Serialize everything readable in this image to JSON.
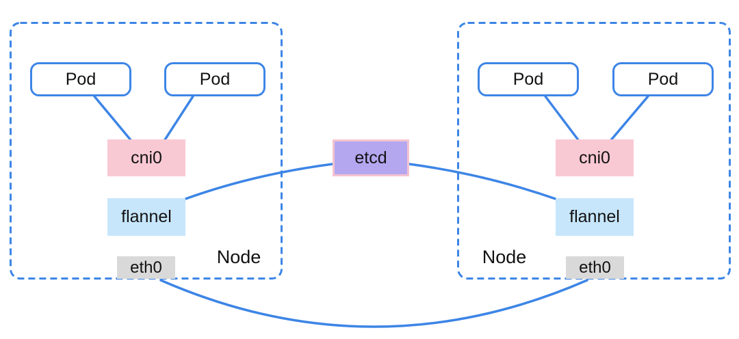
{
  "diagram": {
    "store": {
      "label": "etcd"
    },
    "nodes": [
      {
        "label": "Node",
        "pods": [
          {
            "label": "Pod"
          },
          {
            "label": "Pod"
          }
        ],
        "bridge": {
          "label": "cni0"
        },
        "agent": {
          "label": "flannel"
        },
        "nic": {
          "label": "eth0"
        }
      },
      {
        "label": "Node",
        "pods": [
          {
            "label": "Pod"
          },
          {
            "label": "Pod"
          }
        ],
        "bridge": {
          "label": "cni0"
        },
        "agent": {
          "label": "flannel"
        },
        "nic": {
          "label": "eth0"
        }
      }
    ],
    "connections": [
      "pod-to-cni0",
      "flannel-to-etcd",
      "etcd-to-flannel",
      "eth0-to-eth0"
    ],
    "colors": {
      "accent_blue": "#3D85E6",
      "pod_fill": "#FFFFFF",
      "cni0_fill": "#F9C9D3",
      "flannel_fill": "#C7E6FB",
      "eth0_fill": "#D9D9D9",
      "etcd_fill": "#B4A7F0",
      "etcd_border": "#F3C3D0",
      "text": "#111111"
    }
  }
}
